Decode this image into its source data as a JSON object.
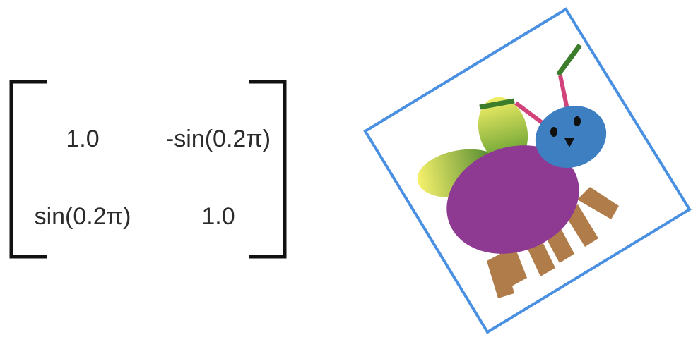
{
  "matrix": {
    "rows": [
      [
        "1.0",
        "-sin(0.2π)"
      ],
      [
        "sin(0.2π)",
        "1.0"
      ]
    ]
  },
  "illustration": {
    "frame_color": "#4a90e2",
    "body_color": "#8e3a93",
    "head_color": "#3d7fc1",
    "leg_color": "#b07c4a",
    "antenna_color": "#d2437b",
    "antenna_tip_color": "#3b7d2a",
    "wing_colors": [
      "#f6f06a",
      "#3f7d2a"
    ]
  }
}
